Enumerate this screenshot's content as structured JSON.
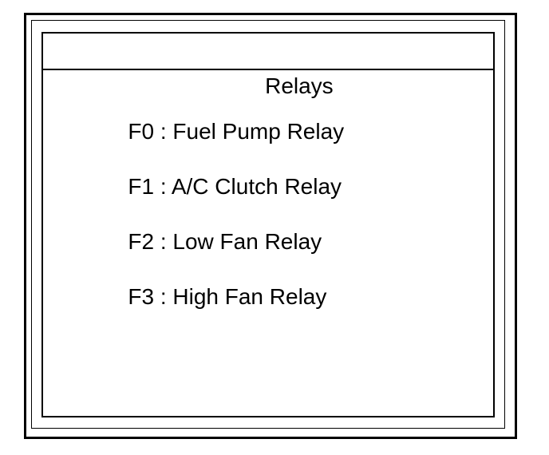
{
  "window": {
    "title": "Relays"
  },
  "relays": [
    {
      "code": "F0",
      "name": "Fuel Pump Relay"
    },
    {
      "code": "F1",
      "name": "A/C Clutch Relay"
    },
    {
      "code": "F2",
      "name": "Low Fan Relay"
    },
    {
      "code": "F3",
      "name": "High Fan Relay"
    }
  ],
  "labels": {
    "separator": " : "
  },
  "colors": {
    "foreground": "#000000",
    "background": "#ffffff"
  }
}
